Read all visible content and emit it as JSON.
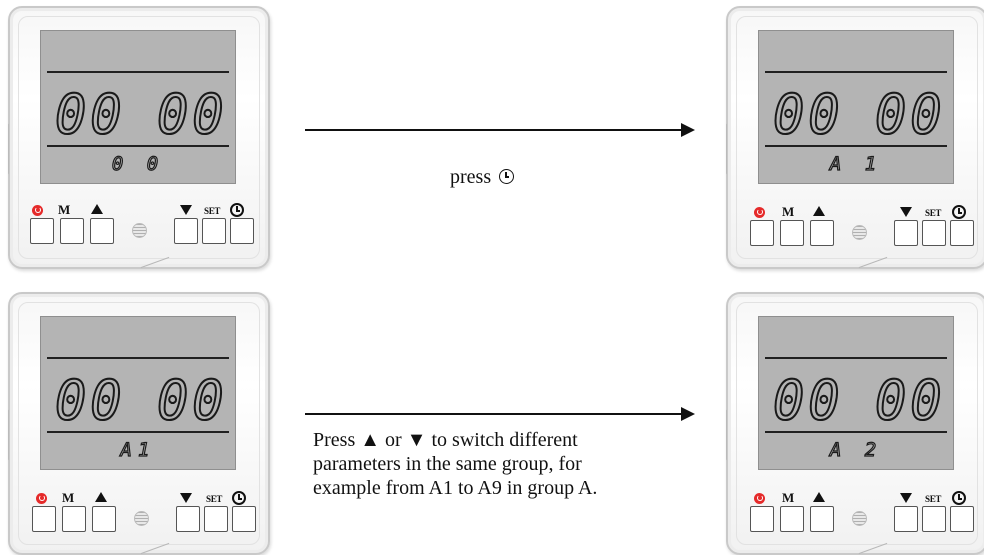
{
  "panels": [
    {
      "id": "top-left",
      "big_left": "00",
      "big_right": "00",
      "small": "0 0",
      "keys": {
        "mode": "M",
        "set": "SET"
      }
    },
    {
      "id": "top-right",
      "big_left": "00",
      "big_right": "00",
      "small": "A 1",
      "keys": {
        "mode": "M",
        "set": "SET"
      }
    },
    {
      "id": "bottom-left",
      "big_left": "00",
      "big_right": "00",
      "small": "A1",
      "keys": {
        "mode": "M",
        "set": "SET"
      }
    },
    {
      "id": "bottom-right",
      "big_left": "00",
      "big_right": "00",
      "small": "A 2",
      "keys": {
        "mode": "M",
        "set": "SET"
      }
    }
  ],
  "captions": {
    "top": "press",
    "bottom_lines": [
      "Press ▲ or ▼ to switch different",
      "parameters in the same group,  for",
      "example from A1 to A9 in group A."
    ]
  },
  "icons": {
    "power": "power-icon",
    "up": "up-arrow-icon",
    "down": "down-arrow-icon",
    "clock": "clock-icon",
    "sensor": "sensor-icon"
  },
  "colors": {
    "lcd_background": "#b4b4b4",
    "power_icon": "#e52a2a",
    "ink": "#111111"
  }
}
